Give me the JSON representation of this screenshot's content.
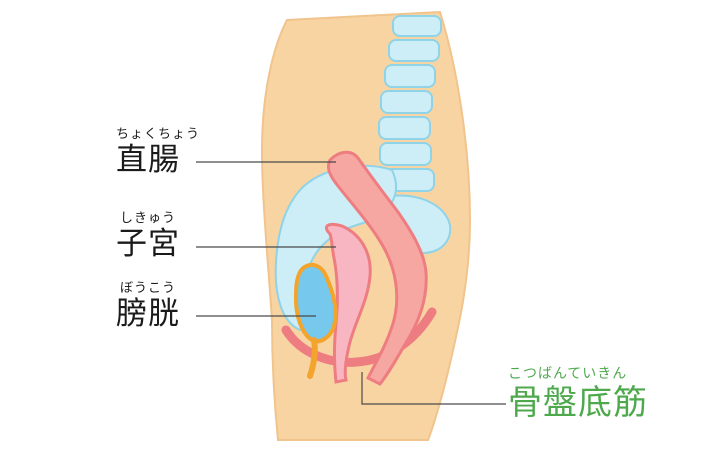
{
  "labels": {
    "rectum": {
      "text": "直腸",
      "reading": "ちょくちょう"
    },
    "uterus": {
      "text": "子宮",
      "reading": "しきゅう"
    },
    "bladder": {
      "text": "膀胱",
      "reading": "ぼうこう"
    },
    "pelvic_floor": {
      "text": "骨盤底筋",
      "reading": "こつばんていきん"
    }
  },
  "colors": {
    "skin": "#f9d4a3",
    "spine": "#cdeef6",
    "spine_outline": "#8fd3e8",
    "rectum": "#f6a7a2",
    "rectum_outline": "#ee7d82",
    "uterus": "#f8b6c2",
    "bladder_fill": "#76c8ec",
    "bladder_outline": "#f3a42c",
    "pelvic_muscle": "#ee7d82",
    "leader_line": "#4a4a4a",
    "highlight_text": "#4ea94d"
  }
}
